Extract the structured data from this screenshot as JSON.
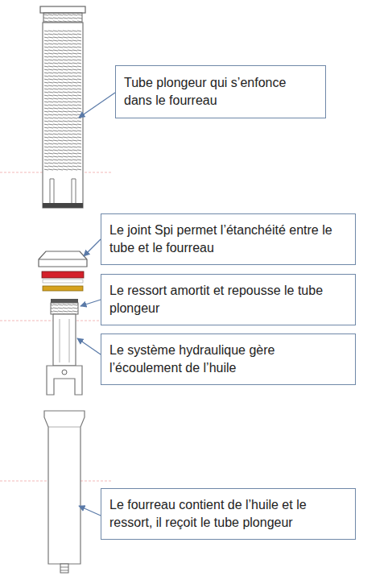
{
  "diagram": {
    "nodes": [
      {
        "text": [
          "Tube plongeur qui s’enfonce dans le fourreau"
        ]
      },
      {
        "text": [
          "Le joint Spi permet l’étanchéité entre le tube et le fourreau"
        ]
      },
      {
        "text": [
          "Le ressort amortit et repousse le tube plongeur"
        ]
      },
      {
        "text": [
          "Le système hydraulique gère l’écoulement de l’huile"
        ]
      },
      {
        "text": [
          "Le fourreau contient de l’huile et le ressort, il reçoit le tube plongeur"
        ]
      }
    ]
  }
}
